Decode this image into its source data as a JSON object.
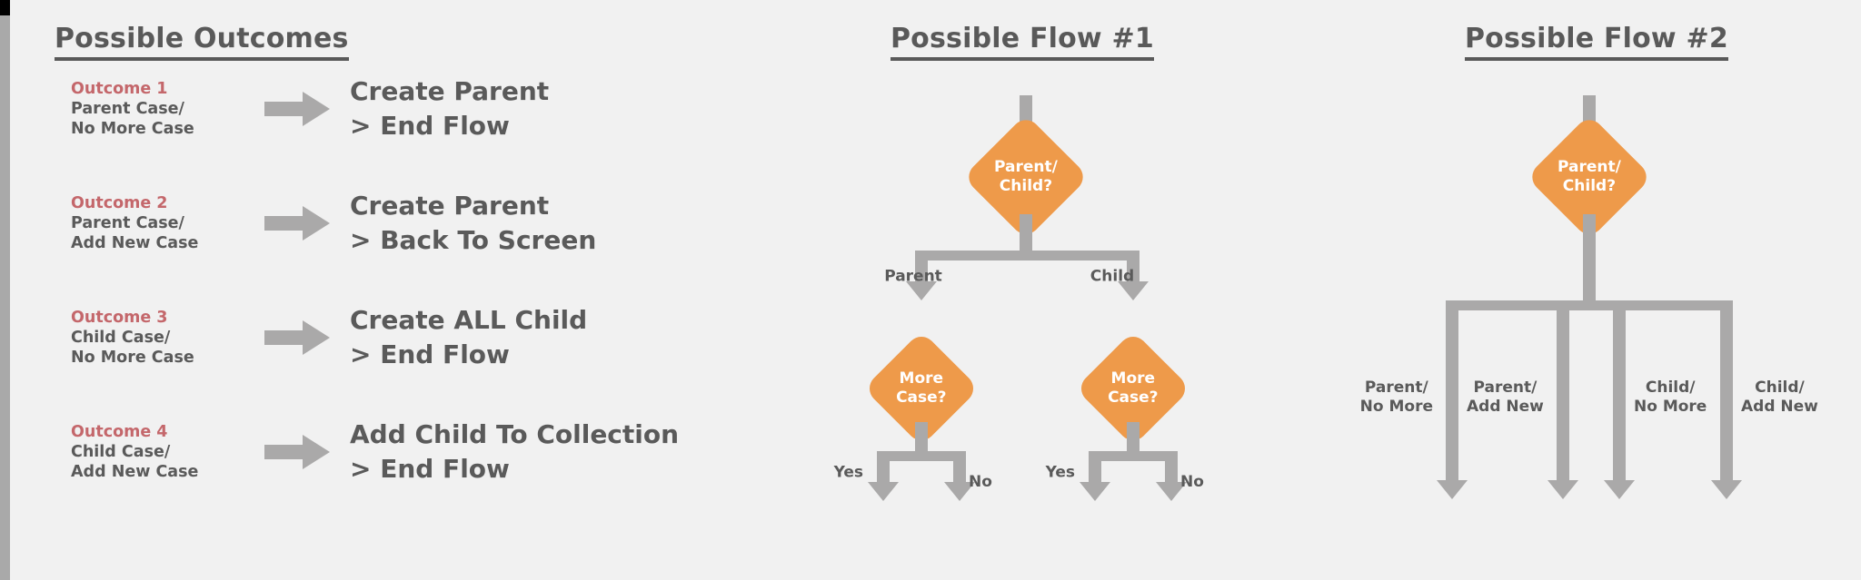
{
  "colors": {
    "background": "#f1f1f1",
    "gray": "#aaa9a9",
    "dark_text": "#5a5a5a",
    "accent_orange": "#ee9a4a",
    "outcome_red": "#c4676b"
  },
  "outcomes_panel": {
    "title": "Possible Outcomes",
    "items": [
      {
        "number": "Outcome 1",
        "condition_line1": "Parent Case/",
        "condition_line2": "No More Case",
        "action_line1": "Create Parent",
        "action_line2": "> End Flow"
      },
      {
        "number": "Outcome 2",
        "condition_line1": "Parent Case/",
        "condition_line2": "Add New Case",
        "action_line1": "Create Parent",
        "action_line2": "> Back To Screen"
      },
      {
        "number": "Outcome 3",
        "condition_line1": "Child Case/",
        "condition_line2": "No More Case",
        "action_line1": "Create ALL Child",
        "action_line2": "> End Flow"
      },
      {
        "number": "Outcome 4",
        "condition_line1": "Child Case/",
        "condition_line2": "Add New Case",
        "action_line1": "Add Child To Collection",
        "action_line2": "> End Flow"
      }
    ]
  },
  "flow1": {
    "title": "Possible Flow #1",
    "root_decision": {
      "line1": "Parent/",
      "line2": "Child?"
    },
    "branch_labels": [
      "Parent",
      "Child"
    ],
    "second_decisions": [
      {
        "line1": "More",
        "line2": "Case?"
      },
      {
        "line1": "More",
        "line2": "Case?"
      }
    ],
    "leaf_labels_left": [
      "Yes",
      "No"
    ],
    "leaf_labels_right": [
      "Yes",
      "No"
    ]
  },
  "flow2": {
    "title": "Possible Flow #2",
    "root_decision": {
      "line1": "Parent/",
      "line2": "Child?"
    },
    "outcome_labels": [
      {
        "line1": "Parent/",
        "line2": "No More"
      },
      {
        "line1": "Parent/",
        "line2": "Add New"
      },
      {
        "line1": "Child/",
        "line2": "No More"
      },
      {
        "line1": "Child/",
        "line2": "Add New"
      }
    ]
  }
}
